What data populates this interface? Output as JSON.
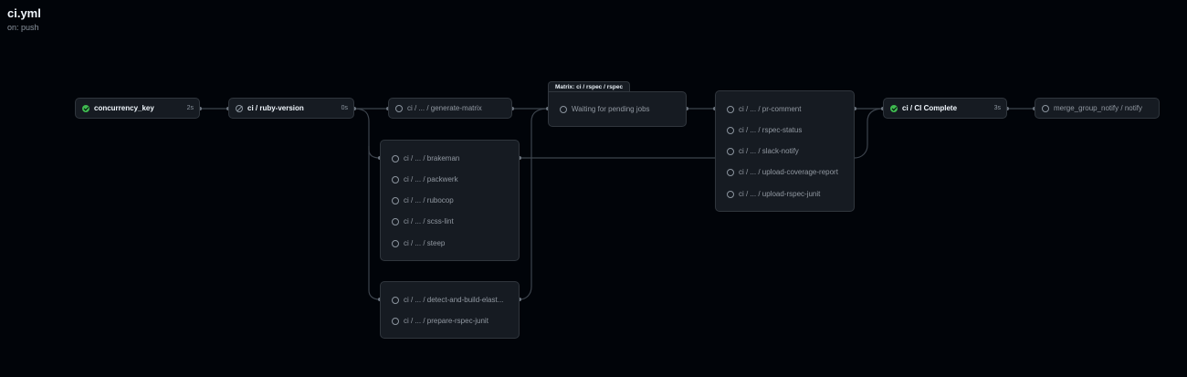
{
  "header": {
    "title": "ci.yml",
    "subtitle": "on: push"
  },
  "jobs": {
    "concurrency_key": {
      "label": "concurrency_key",
      "duration": "2s",
      "status": "success"
    },
    "ruby_version": {
      "label": "ci / ruby-version",
      "duration": "0s",
      "status": "skipped"
    },
    "generate_matrix": {
      "label": "ci / ... / generate-matrix",
      "status": "pending"
    },
    "ci_complete": {
      "label": "ci / CI Complete",
      "duration": "3s",
      "status": "success"
    },
    "notify": {
      "label": "merge_group_notify / notify",
      "status": "pending"
    }
  },
  "groups": {
    "lint": {
      "items": [
        {
          "label": "ci / ... / brakeman"
        },
        {
          "label": "ci / ... / packwerk"
        },
        {
          "label": "ci / ... / rubocop"
        },
        {
          "label": "ci / ... / scss-lint"
        },
        {
          "label": "ci / ... / steep"
        }
      ]
    },
    "build": {
      "items": [
        {
          "label": "ci / ... / detect-and-build-elast..."
        },
        {
          "label": "ci / ... / prepare-rspec-junit"
        }
      ]
    },
    "report": {
      "items": [
        {
          "label": "ci / ... / pr-comment"
        },
        {
          "label": "ci / ... / rspec-status"
        },
        {
          "label": "ci / ... / slack-notify"
        },
        {
          "label": "ci / ... / upload-coverage-report"
        },
        {
          "label": "ci / ... / upload-rspec-junit"
        }
      ]
    }
  },
  "matrix": {
    "title": "Matrix: ci / rspec / rspec",
    "waiting_label": "Waiting for pending jobs"
  },
  "colors": {
    "background": "#010409",
    "card": "#161b22",
    "border": "#30363d",
    "success": "#3fb950",
    "connector": "#3d444d"
  }
}
